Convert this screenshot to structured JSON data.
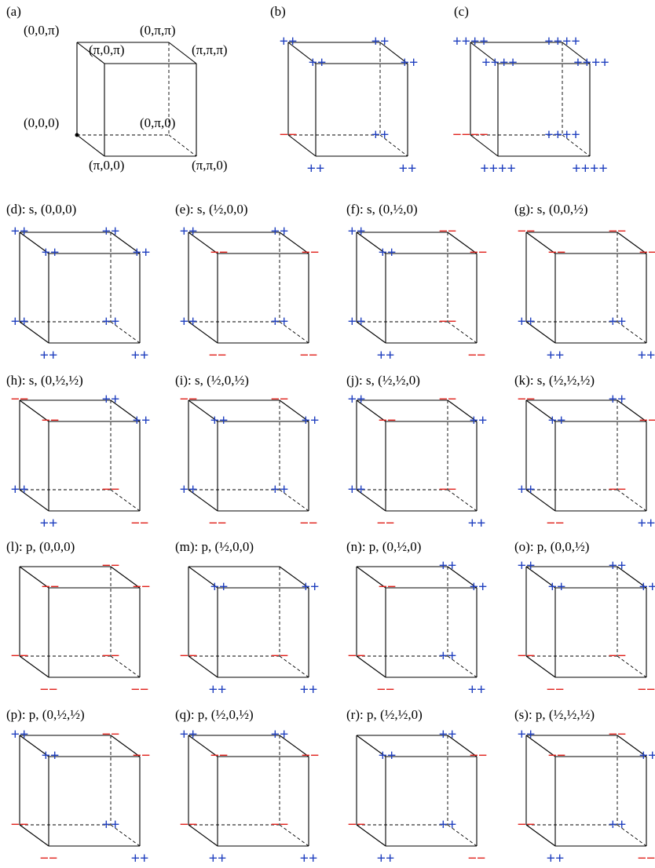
{
  "colors": {
    "plus": "#1f3fbf",
    "minus": "#e0201a",
    "line": "#000000"
  },
  "corner_names": [
    "back-front-left",
    "back-top-left",
    "front-top-left",
    "back-top-right",
    "front-top-right",
    "back-bottom-left",
    "back-bottom-right",
    "front-bottom-left",
    "front-bottom-right"
  ],
  "top_panel": {
    "a": {
      "label": "(a)",
      "corners": {
        "tl": "(0,0,π)",
        "tr": "(0,π,π)",
        "ftl": "(π,0,π)",
        "ftr": "(π,π,π)",
        "bl": "(0,0,0)",
        "br": "(0,π,0)",
        "fbl": "(π,0,0)",
        "fbr": "(π,π,0)"
      }
    },
    "b": {
      "label": "(b)",
      "signs": {
        "tl": "++",
        "tr": "++",
        "ftl": "++",
        "ftr": "++",
        "bl": "−−",
        "br": "++",
        "fbl": "++",
        "fbr": "++"
      }
    },
    "c": {
      "label": "(c)",
      "signs": {
        "tl": "++++",
        "tr": "++++",
        "ftl": "++++",
        "ftr": "++++",
        "bl": "−−−−",
        "br": "++++",
        "fbl": "++++",
        "fbr": "++++"
      }
    }
  },
  "panels": [
    {
      "label": "(d): s, (0,0,0)",
      "signs": {
        "tl": "++",
        "tr": "++",
        "ftl": "++",
        "ftr": "++",
        "bl": "++",
        "br": "++",
        "fbl": "++",
        "fbr": "++"
      }
    },
    {
      "label": "(e): s, (½,0,0)",
      "signs": {
        "tl": "++",
        "tr": "++",
        "ftl": "−−",
        "ftr": "−−",
        "bl": "++",
        "br": "++",
        "fbl": "−−",
        "fbr": "−−"
      }
    },
    {
      "label": "(f): s, (0,½,0)",
      "signs": {
        "tl": "++",
        "tr": "−−",
        "ftl": "++",
        "ftr": "−−",
        "bl": "++",
        "br": "−−",
        "fbl": "++",
        "fbr": "−−"
      }
    },
    {
      "label": "(g): s, (0,0,½)",
      "signs": {
        "tl": "−−",
        "tr": "−−",
        "ftl": "−−",
        "ftr": "−−",
        "bl": "++",
        "br": "++",
        "fbl": "++",
        "fbr": "++"
      }
    },
    {
      "label": "(h): s, (0,½,½)",
      "signs": {
        "tl": "−−",
        "tr": "++",
        "ftl": "−−",
        "ftr": "++",
        "bl": "++",
        "br": "−−",
        "fbl": "++",
        "fbr": "−−"
      }
    },
    {
      "label": "(i): s, (½,0,½)",
      "signs": {
        "tl": "−−",
        "tr": "−−",
        "ftl": "++",
        "ftr": "++",
        "bl": "++",
        "br": "++",
        "fbl": "−−",
        "fbr": "−−"
      }
    },
    {
      "label": "(j): s, (½,½,0)",
      "signs": {
        "tl": "++",
        "tr": "−−",
        "ftl": "−−",
        "ftr": "++",
        "bl": "++",
        "br": "−−",
        "fbl": "−−",
        "fbr": "++"
      }
    },
    {
      "label": "(k): s, (½,½,½)",
      "signs": {
        "tl": "−−",
        "tr": "++",
        "ftl": "++",
        "ftr": "−−",
        "bl": "++",
        "br": "−−",
        "fbl": "−−",
        "fbr": "++"
      }
    },
    {
      "label": "(l): p, (0,0,0)",
      "signs": {
        "tl": "",
        "tr": "−−",
        "ftl": "−−",
        "ftr": "−−",
        "bl": "−−",
        "br": "−−",
        "fbl": "−−",
        "fbr": "−−"
      }
    },
    {
      "label": "(m): p, (½,0,0)",
      "signs": {
        "tl": "",
        "tr": "",
        "ftl": "++",
        "ftr": "++",
        "bl": "−−",
        "br": "−−",
        "fbl": "++",
        "fbr": "++"
      }
    },
    {
      "label": "(n): p, (0,½,0)",
      "signs": {
        "tl": "",
        "tr": "++",
        "ftl": "−−",
        "ftr": "++",
        "bl": "−−",
        "br": "++",
        "fbl": "−−",
        "fbr": "++"
      }
    },
    {
      "label": "(o): p, (0,0,½)",
      "signs": {
        "tl": "++",
        "tr": "++",
        "ftl": "++",
        "ftr": "++",
        "bl": "−−",
        "br": "−−",
        "fbl": "−−",
        "fbr": "−−"
      }
    },
    {
      "label": "(p): p, (0,½,½)",
      "signs": {
        "tl": "++",
        "tr": "−−",
        "ftl": "++",
        "ftr": "−−",
        "bl": "−−",
        "br": "++",
        "fbl": "−−",
        "fbr": "++"
      }
    },
    {
      "label": "(q): p, (½,0,½)",
      "signs": {
        "tl": "++",
        "tr": "++",
        "ftl": "−−",
        "ftr": "−−",
        "bl": "−−",
        "br": "−−",
        "fbl": "++",
        "fbr": "++"
      }
    },
    {
      "label": "(r): p, (½,½,0)",
      "signs": {
        "tl": "",
        "tr": "++",
        "ftl": "++",
        "ftr": "−−",
        "bl": "−−",
        "br": "++",
        "fbl": "++",
        "fbr": "−−"
      }
    },
    {
      "label": "(s): p, (½,½,½)",
      "signs": {
        "tl": "++",
        "tr": "−−",
        "ftl": "−−",
        "ftr": "++",
        "bl": "−−",
        "br": "++",
        "fbl": "++",
        "fbr": "−−"
      }
    }
  ]
}
